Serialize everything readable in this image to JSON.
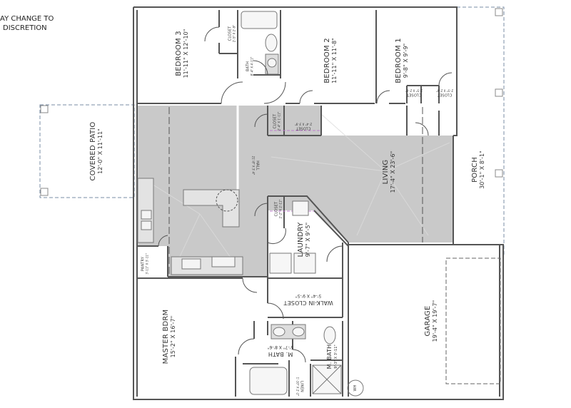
{
  "note": {
    "line1": "AY CHANGE TO",
    "line2": "DISCRETION"
  },
  "colors": {
    "wall": "#555555",
    "living_fill": "#c9c9c9",
    "outline": "#777777",
    "dashed": "#7a8ea6",
    "closet_line": "#c080d0"
  },
  "rooms": {
    "bedroom3": {
      "name": "BEDROOM 3",
      "dims": "11'-11\" X 12'-10\""
    },
    "bedroom2": {
      "name": "BEDROOM 2",
      "dims": "11'-11\" X 11'-8\""
    },
    "bedroom1": {
      "name": "BEDROOM 1",
      "dims": "9'-8\" X 9'-9\""
    },
    "covered_patio": {
      "name": "COVERED PATIO",
      "dims": "12'-0\" X 11'-11\""
    },
    "living": {
      "name": "LIVING",
      "dims": "17'-4\" X 23'-6\""
    },
    "porch": {
      "name": "PORCH",
      "dims": "30'-1\" X 8'-1\""
    },
    "laundry": {
      "name": "LAUNDRY",
      "dims": "9'-7\" X 9'-5\""
    },
    "walk_in_closet": {
      "name": "WALK-IN CLOSET",
      "dims": "5'-4\" X 9'-5\""
    },
    "master_bdrm": {
      "name": "MASTER BDRM",
      "dims": "15'-2\" X 16'-7\""
    },
    "m_bath": {
      "name": "M. BATH",
      "dims": "5'-7\" X 8'-6\""
    },
    "m_bath2": {
      "name": "M. BATH",
      "dims": "9'-3\" X 3'-11\""
    },
    "garage": {
      "name": "GARAGE",
      "dims": "19'-4\" X 19'-7\""
    },
    "hall": {
      "name": "HALL",
      "dims": "21'-8\" X 3'-4\""
    },
    "bath": {
      "name": "BATH",
      "dims": "8'-4\" X 4'-11\""
    },
    "closet_b3": {
      "name": "CLOSET",
      "dims": "2'-5\" X 2'-9\""
    },
    "closet_hall1": {
      "name": "CLOSET",
      "dims": "2'-4\" X 1'-11\""
    },
    "closet_hall2": {
      "name": "CLOSET",
      "dims": "2'-4\" X 3'-9\""
    },
    "closet_b1a": {
      "name": "CLOSET",
      "dims": "2'-5\" X 2'-0\""
    },
    "closet_b1b": {
      "name": "CLOSET",
      "dims": "2'-5\" X 2'-6\""
    },
    "closet_laundry": {
      "name": "CLOSET",
      "dims": "2'-2\" X 2'-11\""
    },
    "pantry": {
      "name": "PANTRY",
      "dims": "3'-11\" X 3'-11\""
    },
    "linen": {
      "name": "LINEN",
      "dims": "1'-10\" X 2'-2\""
    },
    "wh1": {
      "name": "WH"
    },
    "wh2": {
      "name": "WH"
    }
  }
}
